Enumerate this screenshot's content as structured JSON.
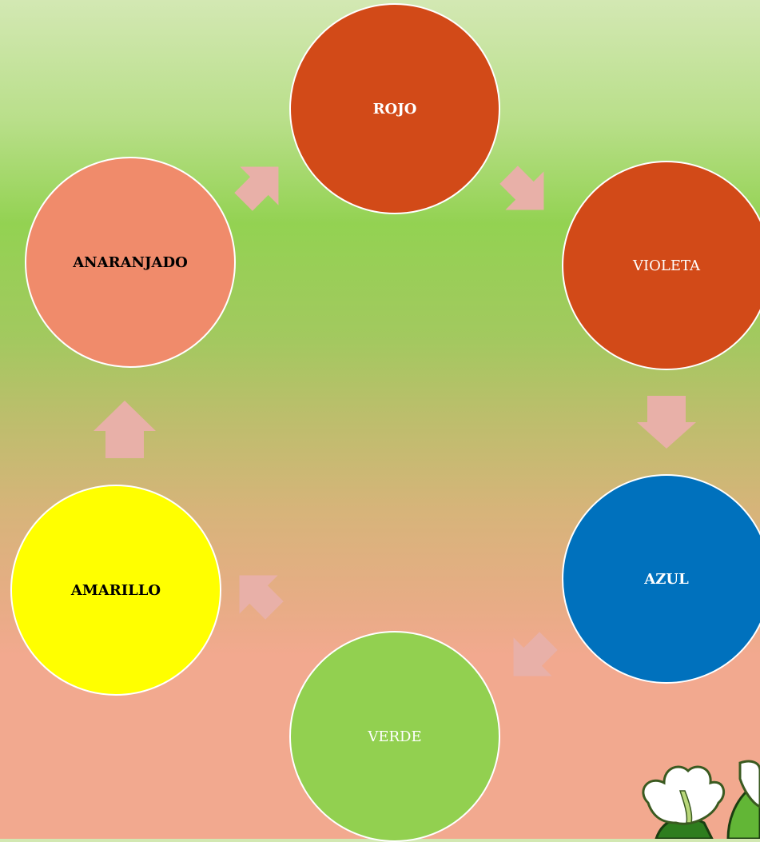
{
  "diagram": {
    "nodes": [
      {
        "id": "rojo",
        "label": "ROJO",
        "fill": "#d24a18",
        "text_color": "#ffffff",
        "bold": true
      },
      {
        "id": "violeta",
        "label": "VIOLETA",
        "fill": "#d24a18",
        "text_color": "#ffffff",
        "bold": false
      },
      {
        "id": "azul",
        "label": "AZUL",
        "fill": "#0071bd",
        "text_color": "#ffffff",
        "bold": true
      },
      {
        "id": "verde",
        "label": "VERDE",
        "fill": "#92d050",
        "text_color": "#ffffff",
        "bold": false
      },
      {
        "id": "amarillo",
        "label": "AMARILLO",
        "fill": "#ffff00",
        "text_color": "#000000",
        "bold": true
      },
      {
        "id": "anaranjado",
        "label": "ANARANJADO",
        "fill": "#f08b6b",
        "text_color": "#000000",
        "bold": true
      }
    ],
    "cycle": [
      "rojo",
      "violeta",
      "azul",
      "verde",
      "amarillo",
      "anaranjado",
      "rojo"
    ],
    "arrow_color": "#e8b0a8"
  }
}
